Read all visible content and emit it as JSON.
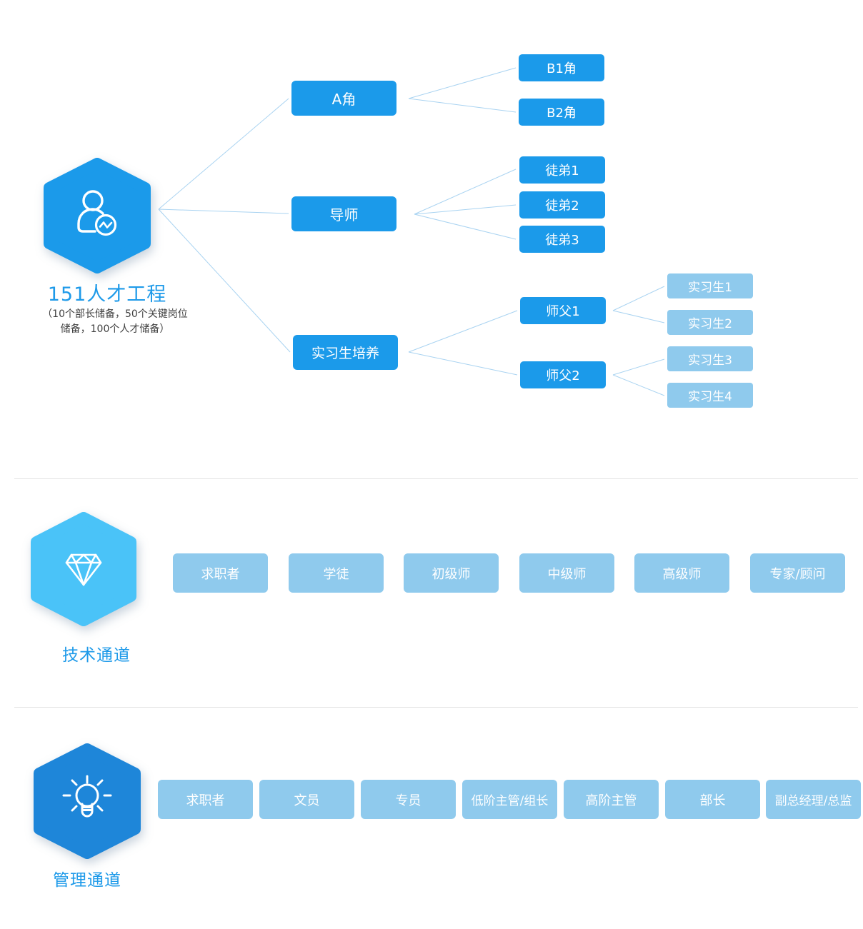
{
  "talent_program": {
    "icon": "person-chart-icon",
    "title": "151人才工程",
    "subtitle_lines": [
      "（10个部长储备，50个关键岗位",
      "储备，100个人才储备）"
    ],
    "branches": [
      {
        "label": "A角",
        "children": [
          {
            "label": "B1角"
          },
          {
            "label": "B2角"
          }
        ]
      },
      {
        "label": "导师",
        "children": [
          {
            "label": "徒弟1"
          },
          {
            "label": "徒弟2"
          },
          {
            "label": "徒弟3"
          }
        ]
      },
      {
        "label": "实习生培养",
        "children": [
          {
            "label": "师父1",
            "children": [
              {
                "label": "实习生1"
              },
              {
                "label": "实习生2"
              }
            ]
          },
          {
            "label": "师父2",
            "children": [
              {
                "label": "实习生3"
              },
              {
                "label": "实习生4"
              }
            ]
          }
        ]
      }
    ]
  },
  "tech_channel": {
    "icon": "diamond-icon",
    "title": "技术通道",
    "stages": [
      "求职者",
      "学徒",
      "初级师",
      "中级师",
      "高级师",
      "专家/顾问"
    ]
  },
  "management_channel": {
    "icon": "lightbulb-icon",
    "title": "管理通道",
    "stages": [
      "求职者",
      "文员",
      "专员",
      "低阶主管/组长",
      "高阶主管",
      "部长",
      "副总经理/总监"
    ]
  },
  "colors": {
    "primary_box_blue": "#1b9aea",
    "light_box_blue": "#8fcaed",
    "hexagon_program": "#1b9aea",
    "hexagon_tech": "#4ac3f8",
    "hexagon_management": "#1e86d9",
    "connector_line": "#a9d3f1",
    "section_title_text": "#1e9ae9",
    "subtitle_text": "#3f3f3f",
    "divider": "#e3e3e3"
  }
}
